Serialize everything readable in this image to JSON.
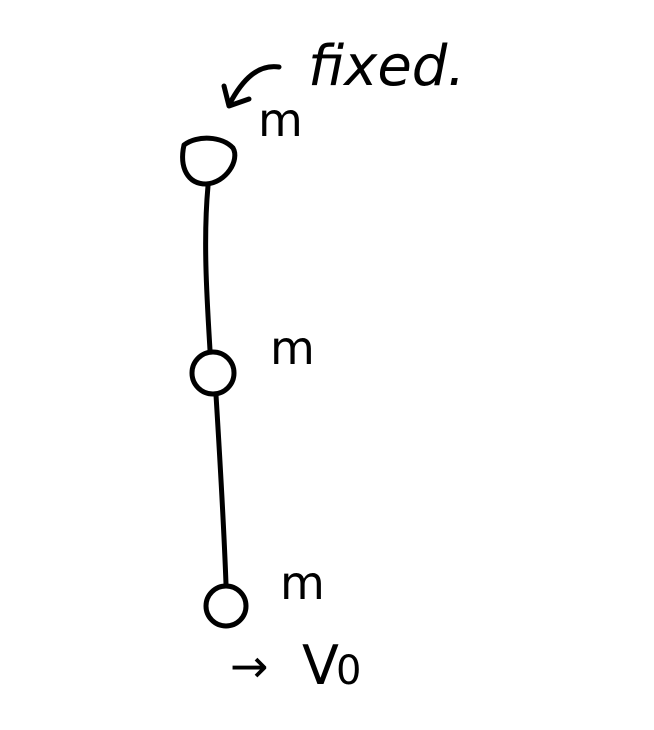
{
  "labels": {
    "fixed": "fixed.",
    "mass_top": "m",
    "mass_middle": "m",
    "mass_bottom": "m",
    "velocity": "V",
    "velocity_subscript": "0",
    "velocity_arrow": "→"
  },
  "colors": {
    "ink": "#000000",
    "background": "#ffffff"
  }
}
